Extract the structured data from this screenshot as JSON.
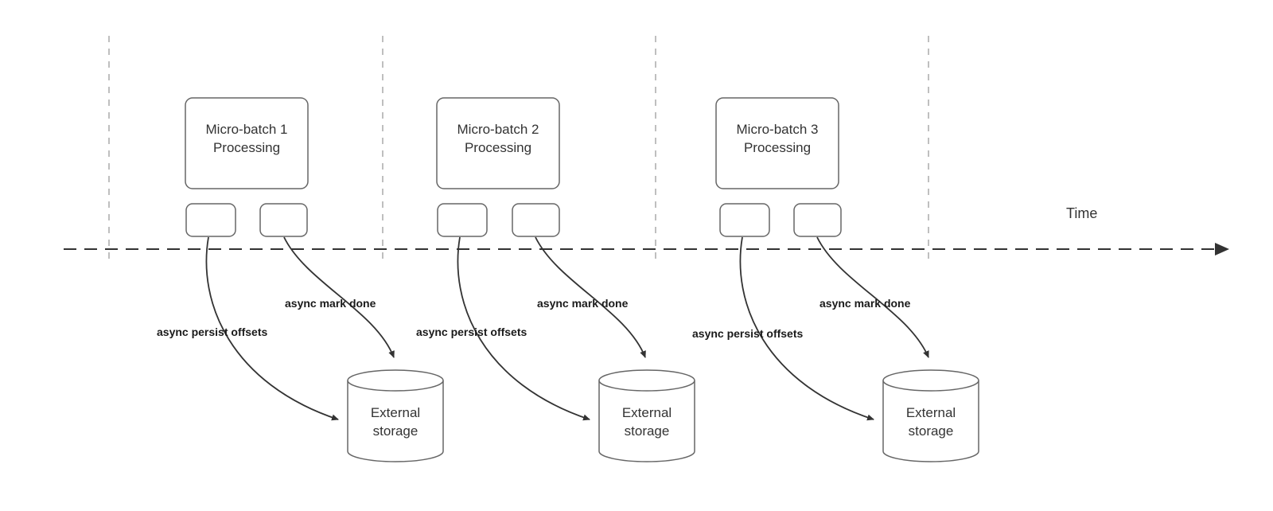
{
  "diagram": {
    "time_label": "Time",
    "colors": {
      "shape_stroke": "#666666",
      "axis_stroke": "#333333",
      "gridline_stroke": "#aaaaaa",
      "arrow_stroke": "#333333"
    },
    "groups": [
      {
        "batch_title": "Micro-batch 1",
        "batch_subtitle": "Processing",
        "persist_label": "async persist offsets",
        "mark_done_label": "async mark done",
        "storage_title": "External",
        "storage_subtitle": "storage"
      },
      {
        "batch_title": "Micro-batch 2",
        "batch_subtitle": "Processing",
        "persist_label": "async persist offsets",
        "mark_done_label": "async mark done",
        "storage_title": "External",
        "storage_subtitle": "storage"
      },
      {
        "batch_title": "Micro-batch 3",
        "batch_subtitle": "Processing",
        "persist_label": "async persist offsets",
        "mark_done_label": "async mark done",
        "storage_title": "External",
        "storage_subtitle": "storage"
      }
    ]
  }
}
